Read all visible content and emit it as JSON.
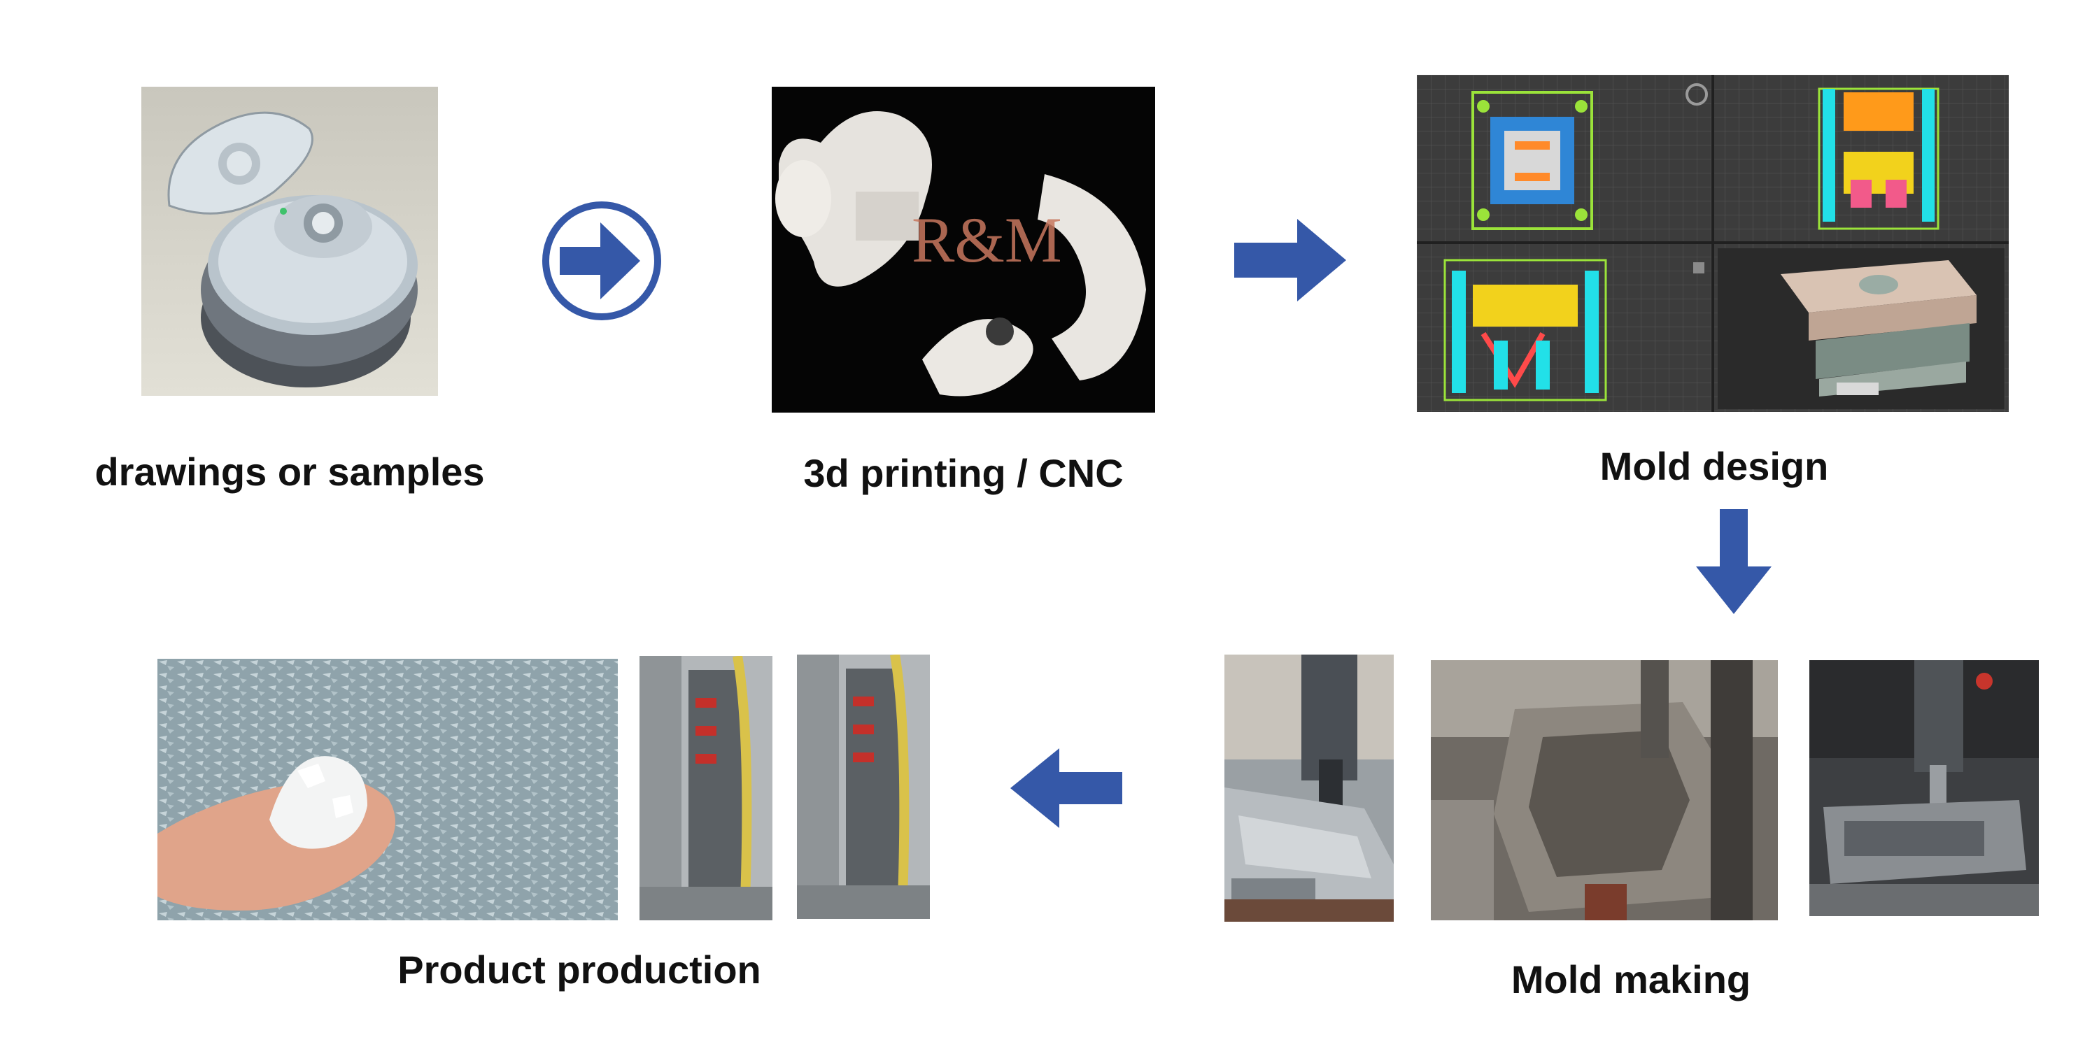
{
  "steps": {
    "drawings": {
      "label": "drawings or samples"
    },
    "printing": {
      "label": "3d printing / CNC",
      "watermark": "R&M"
    },
    "mold_design": {
      "label": "Mold design"
    },
    "mold_making": {
      "label": "Mold making"
    },
    "production": {
      "label": "Product production"
    }
  },
  "colors": {
    "arrow": "#3558a8",
    "text": "#111111"
  },
  "icons": [
    "arrow-right-circle-icon",
    "arrow-right-icon",
    "arrow-down-icon",
    "arrow-left-icon"
  ]
}
